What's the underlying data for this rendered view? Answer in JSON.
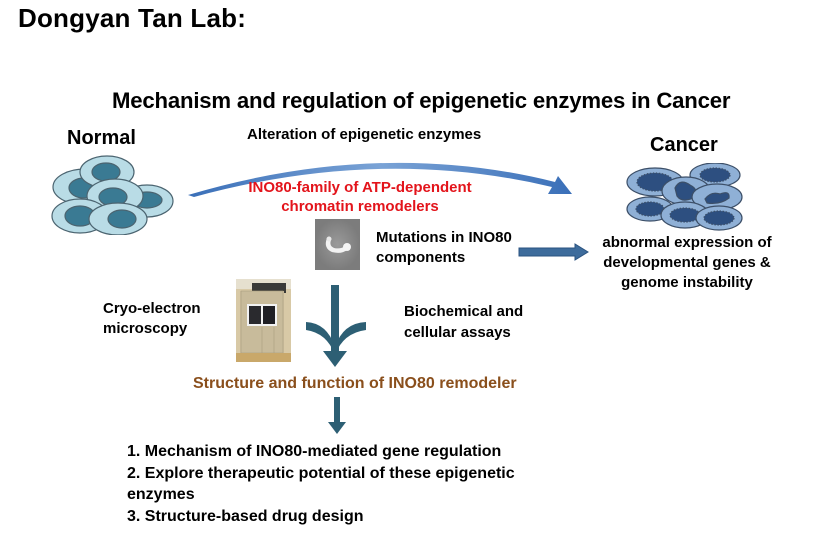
{
  "lab_title": "Dongyan Tan Lab:",
  "main_title": "Mechanism and regulation of epigenetic enzymes in Cancer",
  "states": {
    "normal": "Normal",
    "cancer": "Cancer"
  },
  "alteration_label": "Alteration of epigenetic enzymes",
  "ino80_family": {
    "line1": "INO80-family of ATP-dependent",
    "line2": "chromatin remodelers"
  },
  "mutations": {
    "line1": "Mutations in INO80",
    "line2": "components"
  },
  "outcome": {
    "line1": "abnormal expression of",
    "line2": "developmental genes &",
    "line3": "genome instability"
  },
  "methods": {
    "cryo_line1": "Cryo-electron",
    "cryo_line2": "microscopy",
    "biochem_line1": "Biochemical and",
    "biochem_line2": "cellular assays"
  },
  "structure_label": "Structure and function of INO80 remodeler",
  "goals": [
    "1. Mechanism of INO80-mediated gene regulation",
    "2. Explore therapeutic potential of these epigenetic",
    "enzymes",
    "3. Structure-based drug design"
  ],
  "colors": {
    "red_text": "#e3141b",
    "brown_text": "#8a4f1c",
    "arrow_teal": "#2d5f74",
    "arc_blue": "#4a7ec0",
    "normal_cell": "#b9dce6",
    "normal_nucleus": "#3a7a93",
    "cancer_cell": "#8fb0d6",
    "cancer_nucleus": "#2d4f80"
  }
}
